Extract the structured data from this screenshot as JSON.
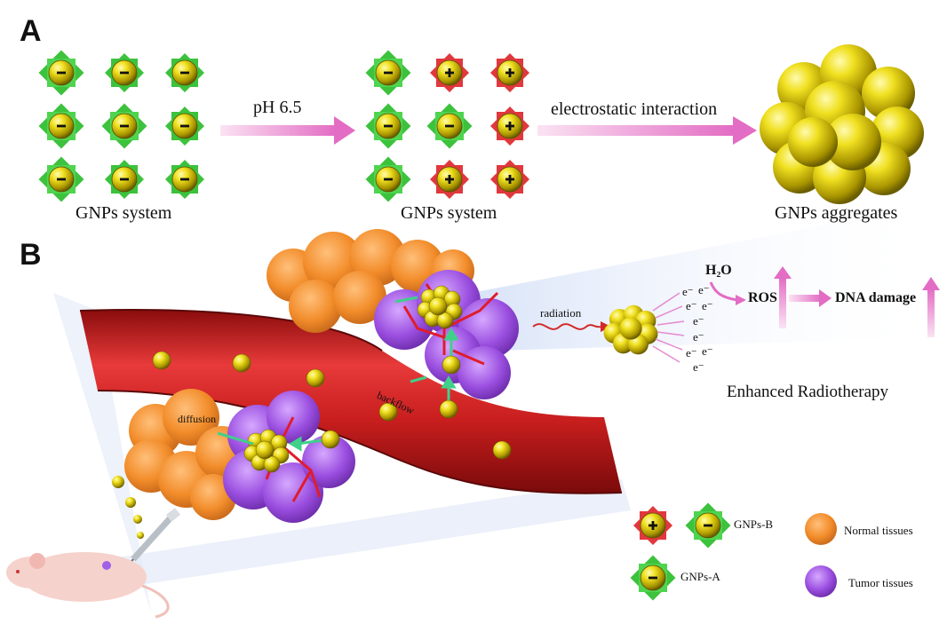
{
  "panel_a": {
    "letter": "A",
    "group1_label": "GNPs system",
    "arrow1_label": "pH 6.5",
    "group2_label": "GNPs system",
    "arrow2_label": "electrostatic interaction",
    "group3_label": "GNPs aggregates"
  },
  "panel_b": {
    "letter": "B",
    "diffusion_label": "diffusion",
    "backflow_label": "backflow",
    "radiation_label": "radiation",
    "electron_label": "e⁻",
    "water_label": "H₂O",
    "ros_label": "ROS",
    "dna_label": "DNA damage",
    "therapy_label": "Enhanced Radiotherapy"
  },
  "legend": {
    "gnps_b": "GNPs-B",
    "gnps_a": "GNPs-A",
    "normal": "Normal tissues",
    "tumor": "Tumor tissues"
  },
  "colors": {
    "negative_shell": "#3cc23c",
    "positive_shell": "#e0383c",
    "gold": "#d6c400",
    "arrow_pink": "#e57bc8",
    "vessel": "#c81e1e",
    "normal_tissue": "#f28c2a",
    "tumor_tissue": "#9b4fe0"
  }
}
